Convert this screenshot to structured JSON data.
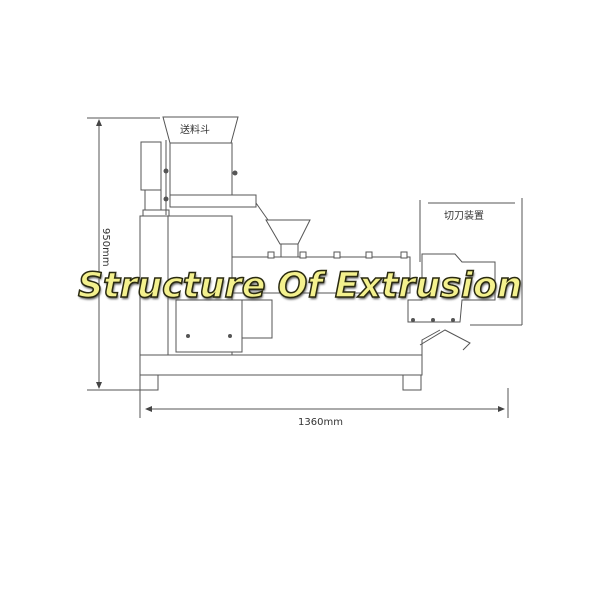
{
  "diagram": {
    "title": "Structure Of Extrusion",
    "labels": {
      "feed_hopper": "送料斗",
      "cutter_device": "切刀装置",
      "height_dimension": "950mm",
      "width_dimension": "1360mm"
    }
  }
}
